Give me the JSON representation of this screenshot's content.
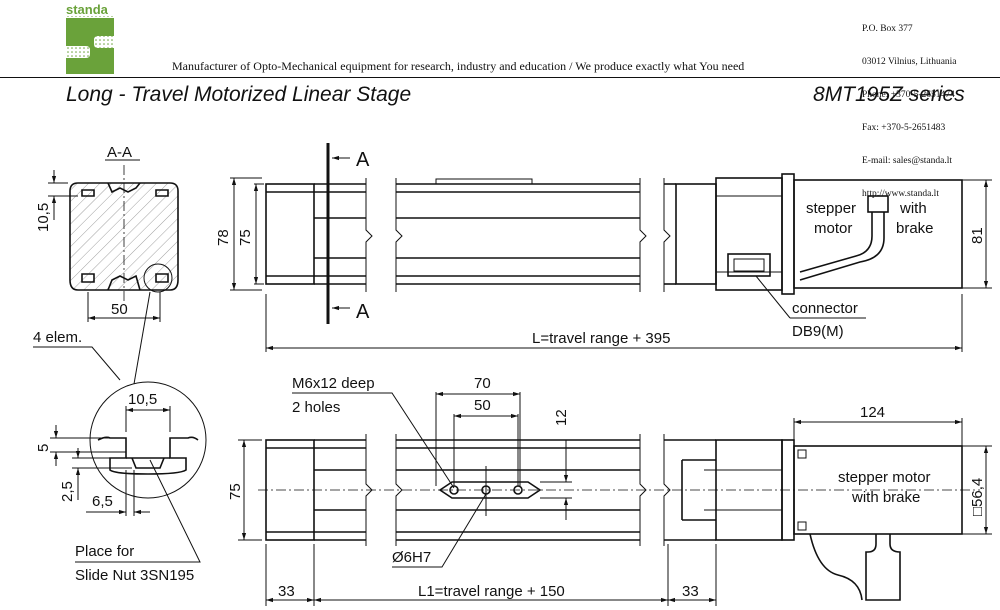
{
  "company": {
    "logo_text": "standa",
    "tagline": "Manufacturer of Opto-Mechanical equipment for research, industry and education / We produce exactly what You need",
    "contact": [
      "P.O. Box 377",
      "03012 Vilnius, Lithuania",
      "Phone: +370-5-2651474",
      "Fax: +370-5-2651483",
      "E-mail: sales@standa.lt",
      "http://www.standa.lt"
    ]
  },
  "title": {
    "product": "Long - Travel Motorized Linear Stage",
    "series": "8MT195Z series"
  },
  "section_view": {
    "label": "A-A",
    "dims": {
      "height": "10,5",
      "width": "50"
    },
    "note": "4 elem."
  },
  "detail_view": {
    "dims": {
      "top": "10,5",
      "slot": "5",
      "depth": "2,5",
      "width": "6,5"
    },
    "caption_line1": "Place for",
    "caption_line2": "Slide Nut 3SN195"
  },
  "side_view": {
    "section_marker": "A",
    "dims": {
      "outer_height": "78",
      "inner_height": "75",
      "motor_height": "81"
    },
    "motor_label": [
      "stepper",
      "motor"
    ],
    "brake_label": [
      "with",
      "brake"
    ],
    "connector_label": "connector",
    "connector_type": "DB9(M)",
    "length_label": "L=travel range + 395"
  },
  "top_view": {
    "hole_label": [
      "M6x12 deep",
      "2 holes"
    ],
    "dims": {
      "span_outer": "70",
      "span_inner": "50",
      "offset": "12",
      "width": "75",
      "motor_len": "124",
      "motor_sq": "□56,4",
      "pin": "Ø6H7",
      "end_left": "33",
      "end_right": "33"
    },
    "motor_label": [
      "stepper motor",
      "with brake"
    ],
    "length_label": "L1=travel range + 150"
  }
}
